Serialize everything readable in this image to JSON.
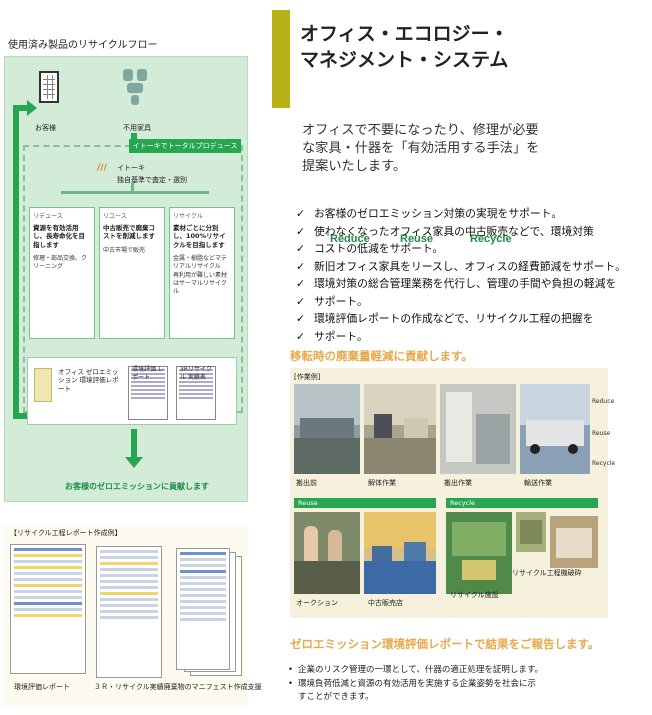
{
  "flow": {
    "caption": "使用済み製品のリサイクルフロー",
    "customer_label": "お客様",
    "unneeded_label": "不用家具",
    "banner": "イトーキでトータルプロデュース",
    "itoki_name": "イトーキ",
    "itoki_sub": "独自基準で査定・選別",
    "cards": [
      {
        "tag": "リデュース",
        "title": "Reduce",
        "body": "資源を有効活用し、長寿命化を目指します",
        "extra": "修理・部品交換、クリーニング"
      },
      {
        "tag": "リユース",
        "title": "Reuse",
        "body": "中古販売で廃棄コストを削減します",
        "extra": "中古市場で販売"
      },
      {
        "tag": "リサイクル",
        "title": "Recycle",
        "body": "素材ごとに分別し、100%リサイクルを目指します",
        "extra": "金属・樹脂などマテリアルリサイクル　再利用が難しい素材はサーマルリサイクル"
      }
    ],
    "report_text": "オフィス ゼロエミッション 環境評価レポート",
    "report_sheet1": "環境評価 レポート",
    "report_sheet2": "3Rリサイクル 実績表",
    "bottom": "お客様のゼロエミッションに貢献します"
  },
  "reports": {
    "heading": "【リサイクル工程レポート作成例】",
    "caption1": "環境評価レポート",
    "caption2": "３Ｒ・リサイクル実績廃棄物のマニフェスト作成支援"
  },
  "title_lines": [
    "オフィス・エコロジー・",
    "マネジメント・システム"
  ],
  "intro_lines": [
    "オフィスで不要になったり、修理が必要",
    "な家具・什器を「有効活用する手法」を",
    "提案いたします。"
  ],
  "points": [
    "お客様のゼロエミッション対策の実現をサポート。",
    "使わなくなったオフィス家具の中古販売などで、環境対策",
    "コストの低減をサポート。",
    "新旧オフィス家具をリースし、オフィスの経費節減をサポート。",
    "環境対策の総合管理業務を代行し、管理の手間や負担の軽減を",
    "サポート。",
    "環境評価レポートの作成などで、リサイクル工程の把握を",
    "サポート。"
  ],
  "check_glyph": "✓",
  "section1_heading": "移転時の廃棄量軽減に貢献します。",
  "photos": {
    "work_label": "[作業例]",
    "captions": [
      "搬出前",
      "解体作業",
      "搬出作業",
      "輸送作業"
    ],
    "side_tags": [
      "Reduce",
      "Reuse",
      "Recycle"
    ],
    "reuse_label": "Reuse",
    "recycle_label": "Recycle",
    "lower_captions": [
      "オークション",
      "中古販売店",
      "リサイクル施設",
      "リサイクル工程機破砕"
    ]
  },
  "section2_heading": "ゼロエミッション環境評価レポートで結果をご報告します。",
  "bullet_glyph": "•",
  "bottom_points": [
    "企業のリスク管理の一環として、什器の適正処理を証明します。",
    "環境負荷低減と資源の有効活用を実施する企業姿勢を社会に示",
    "すことができます。"
  ],
  "colors": {
    "accent_bar": "#b7b217",
    "green": "#27a651",
    "orange_heading": "#e8a94b"
  }
}
